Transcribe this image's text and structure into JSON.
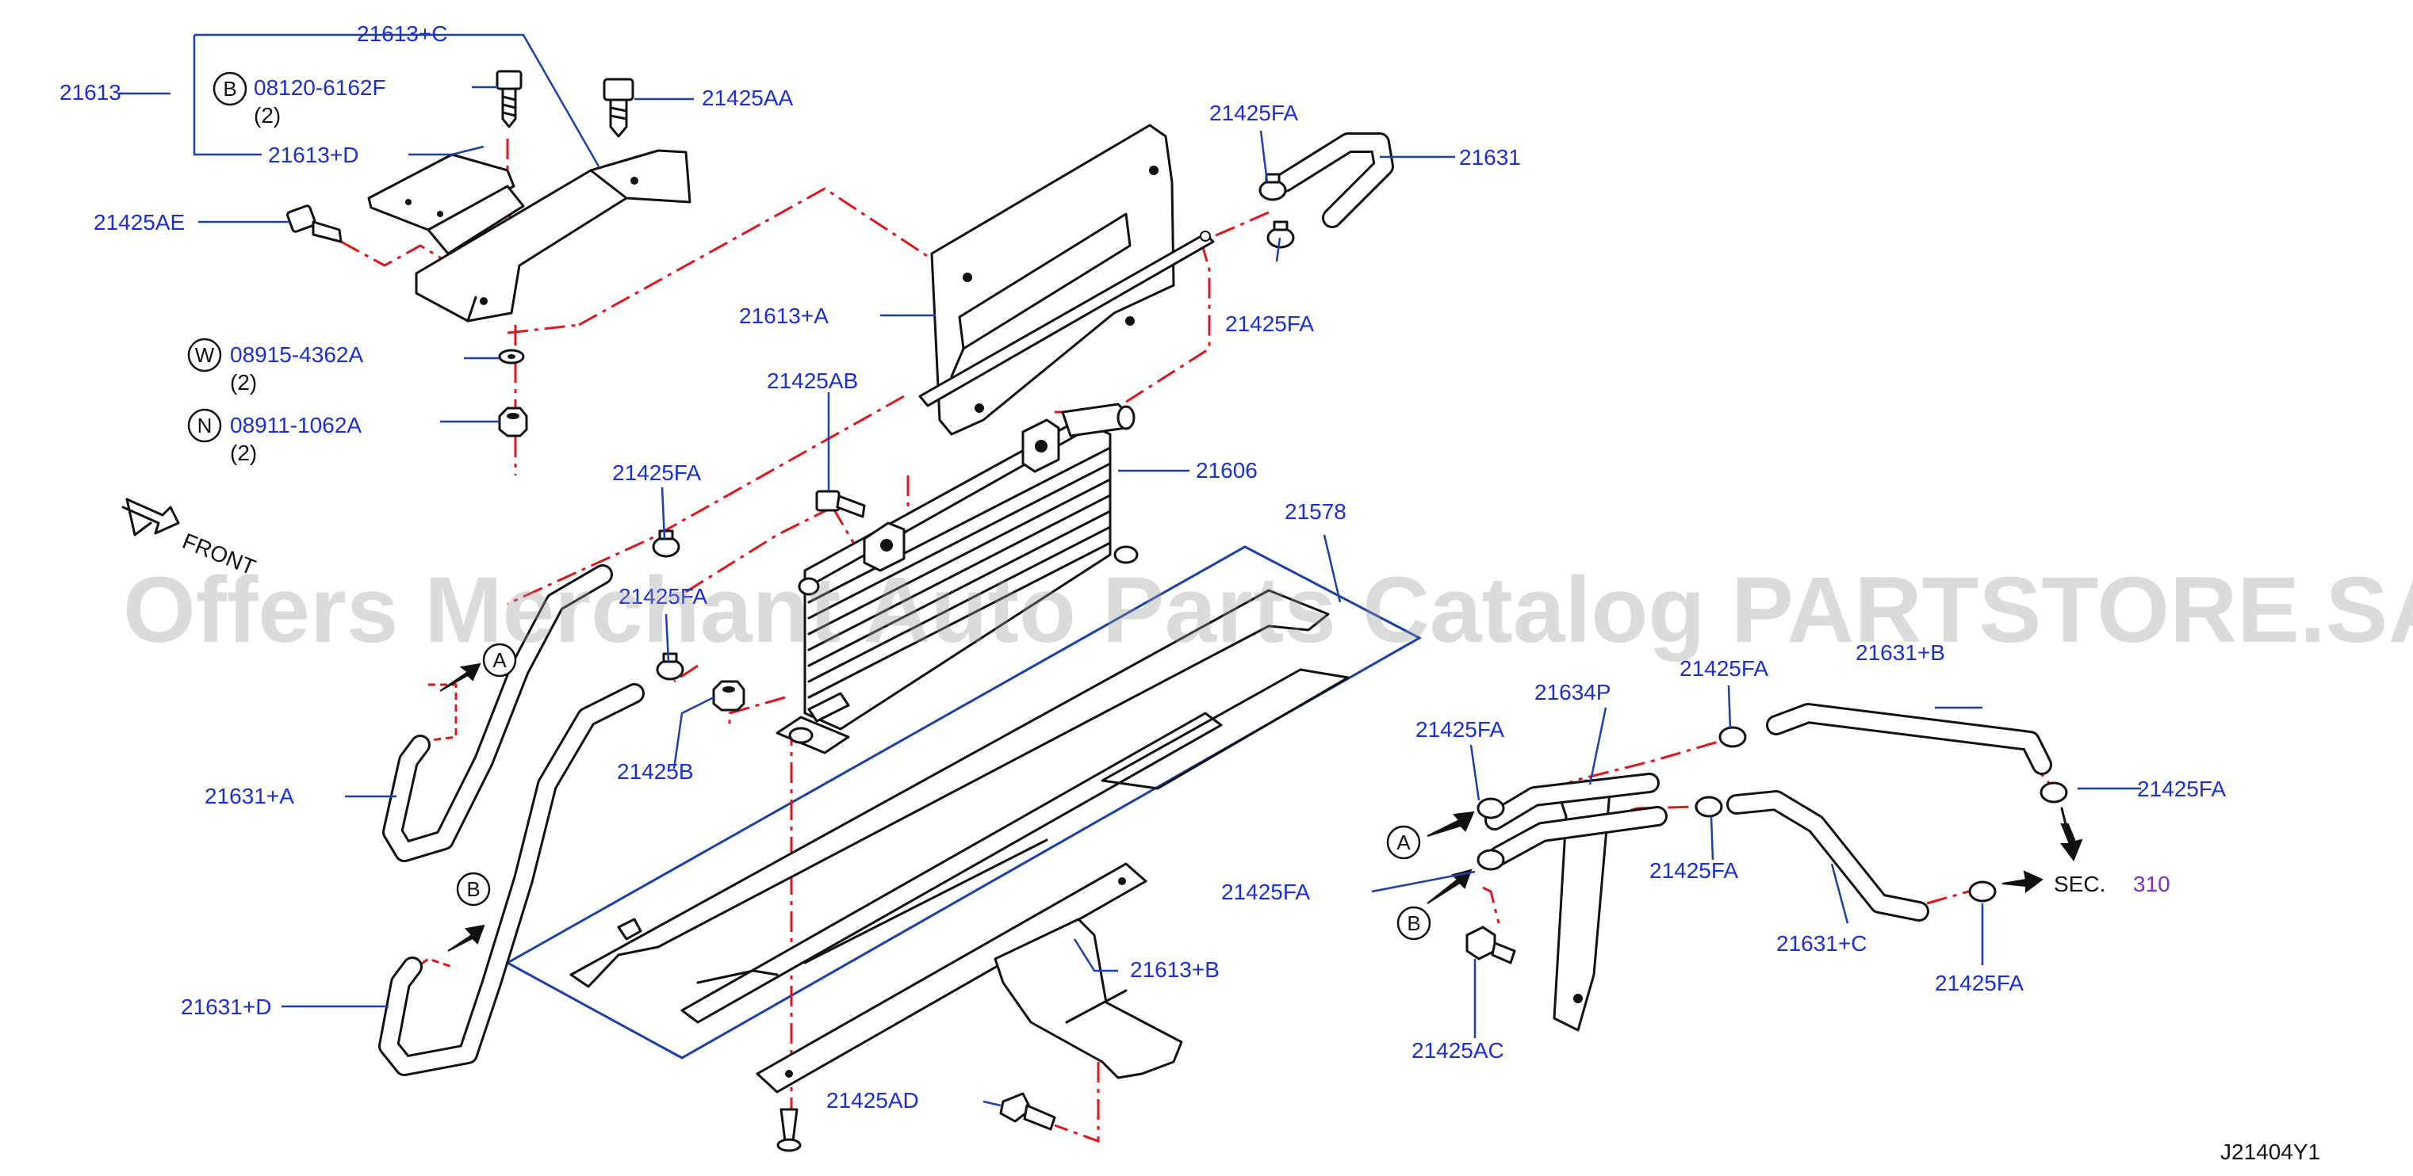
{
  "labels": {
    "l_21613": "21613",
    "l_21613c": "21613+C",
    "l_08120": "08120-6162F",
    "l_08120_qty": "(2)",
    "l_21613d": "21613+D",
    "l_21425aa": "21425AA",
    "l_21425ae": "21425AE",
    "l_08915": "08915-4362A",
    "l_08915_qty": "(2)",
    "l_08911": "08911-1062A",
    "l_08911_qty": "(2)",
    "l_21425fa_top": "21425FA",
    "l_21631": "21631",
    "l_21425fa_top2": "21425FA",
    "l_21613a": "21613+A",
    "l_21425ab": "21425AB",
    "l_21606": "21606",
    "l_21425fa_left1": "21425FA",
    "l_21425fa_left2": "21425FA",
    "l_21578": "21578",
    "l_21425b": "21425B",
    "l_21631a": "21631+A",
    "l_21631d": "21631+D",
    "l_21613b": "21613+B",
    "l_21425ad": "21425AD",
    "l_front": "FRONT",
    "l_21425fa_r1": "21425FA",
    "l_21634p": "21634P",
    "l_21425fa_r2": "21425FA",
    "l_21631b": "21631+B",
    "l_21425fa_r3": "21425FA",
    "l_21425fa_r4": "21425FA",
    "l_21425fa_r5": "21425FA",
    "l_21631c": "21631+C",
    "l_21425fa_r6": "21425FA",
    "l_21425ac": "21425AC",
    "l_sec": "SEC.",
    "l_310": "310",
    "l_ref": "J21404Y1"
  },
  "markers": {
    "b": "B",
    "w": "W",
    "n": "N",
    "a": "A",
    "b2": "B"
  },
  "watermark": "Offers Merchant Auto Parts Catalog PARTSTORE.SA",
  "colors": {
    "label_blue": "#1a2fd6",
    "leader_blue": "#1c3fa8",
    "dash_red": "#e0141b",
    "sec_purple": "#7a2fc8"
  }
}
